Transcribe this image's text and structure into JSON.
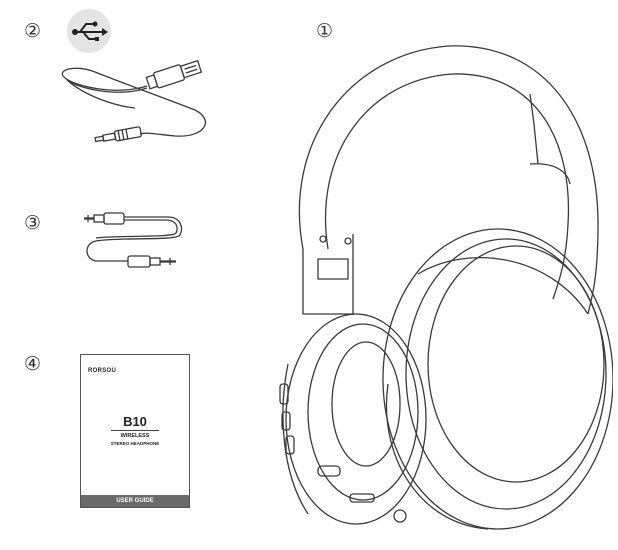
{
  "labels": {
    "item1": "①",
    "item2": "②",
    "item3": "③",
    "item4": "④"
  },
  "manual": {
    "brand": "RORSOU",
    "model": "B10",
    "subtitle1": "WIRELESS",
    "subtitle2": "STEREO HEADPHONE",
    "footer": "USER GUIDE"
  },
  "colors": {
    "line": "#3a3a3a",
    "badge": "#e4e4e4",
    "footer": "#6a6a6a"
  }
}
